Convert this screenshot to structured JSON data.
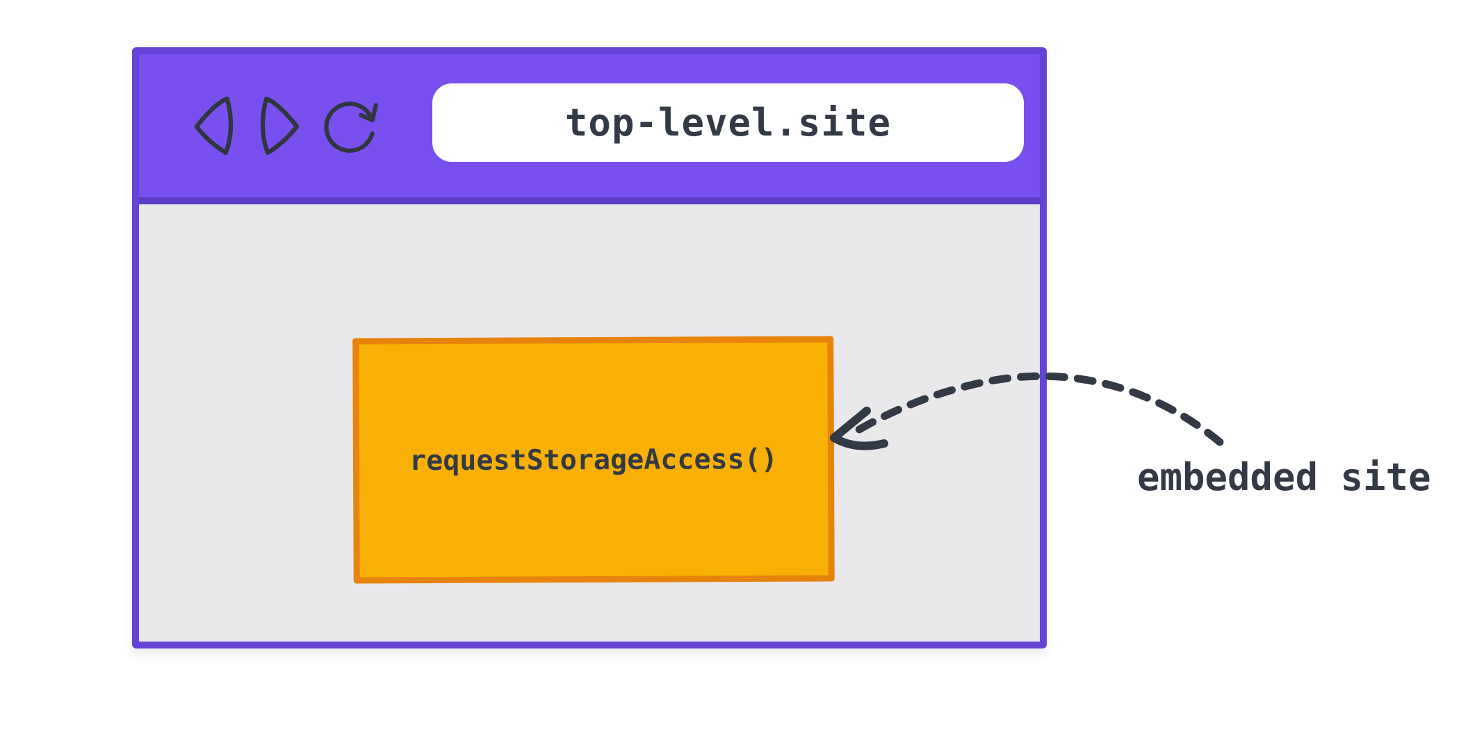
{
  "browser": {
    "url": "top-level.site",
    "toolbar_icons": [
      "back-icon",
      "forward-icon",
      "reload-icon"
    ],
    "embed_label": "requestStorageAccess()"
  },
  "annotation": {
    "label": "embedded site"
  },
  "colors": {
    "toolbar_purple": "#7A4FF0",
    "window_border_purple": "#6443D6",
    "toolbar_divider_purple": "#5C3BC5",
    "content_gray": "#E9E9EB",
    "embed_orange": "#F9B006",
    "embed_border_orange": "#E8830B",
    "ink": "#333A45",
    "address_bar_bg": "#FFFFFF",
    "page_bg": "#FFFFFF"
  }
}
